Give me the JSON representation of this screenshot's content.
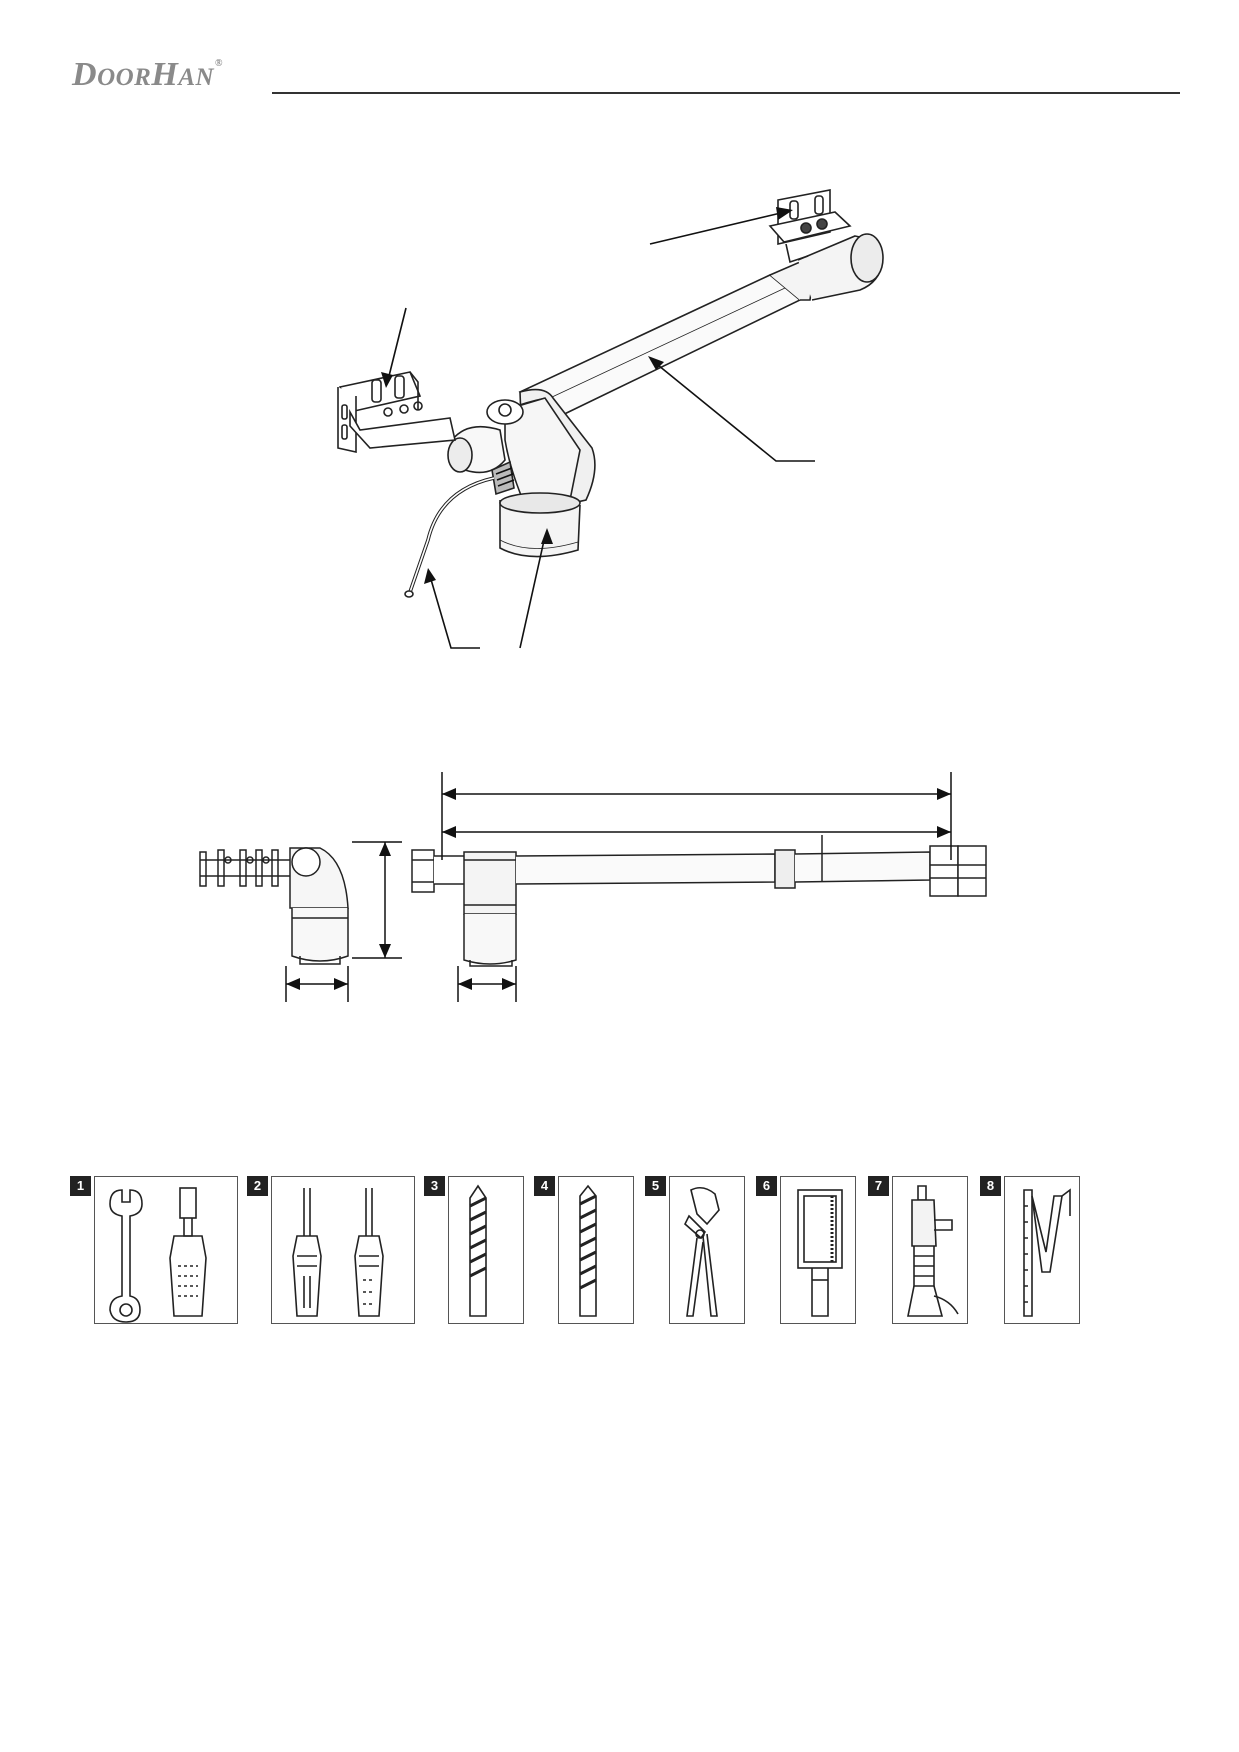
{
  "header": {
    "brand_big_d": "D",
    "brand_oor": "OOR",
    "brand_big_h": "H",
    "brand_an": "AN",
    "registered": "®"
  },
  "tools": [
    {
      "number": "1",
      "icon": "wrench-and-socket-driver-icon"
    },
    {
      "number": "2",
      "icon": "screwdrivers-icon"
    },
    {
      "number": "3",
      "icon": "drill-bit-icon"
    },
    {
      "number": "4",
      "icon": "drill-bit-icon"
    },
    {
      "number": "5",
      "icon": "pliers-icon"
    },
    {
      "number": "6",
      "icon": "hacksaw-icon"
    },
    {
      "number": "7",
      "icon": "power-drill-icon"
    },
    {
      "number": "8",
      "icon": "folding-ruler-icon"
    }
  ]
}
